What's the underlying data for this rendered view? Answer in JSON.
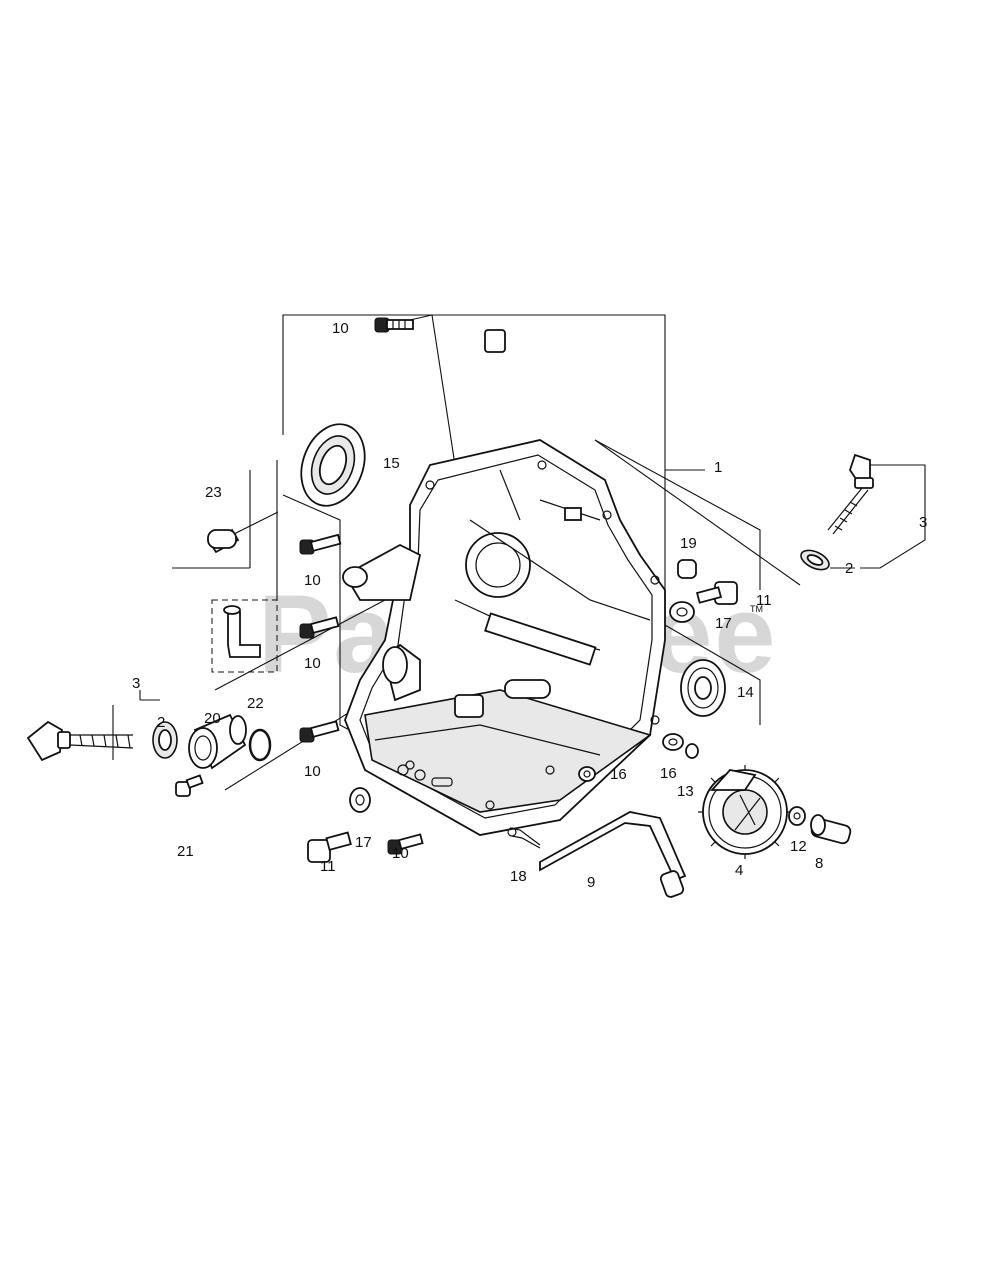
{
  "watermark": {
    "text": "PartsTree",
    "trademark": "TM"
  },
  "callouts": {
    "c1": "1",
    "c2a": "2",
    "c2b": "2",
    "c3a": "3",
    "c3b": "3",
    "c4": "4",
    "c8": "8",
    "c9": "9",
    "c10a": "10",
    "c10b": "10",
    "c10c": "10",
    "c10d": "10",
    "c10e": "10",
    "c11a": "11",
    "c11b": "11",
    "c12": "12",
    "c13": "13",
    "c14": "14",
    "c15": "15",
    "c16a": "16",
    "c16b": "16",
    "c17a": "17",
    "c17b": "17",
    "c18": "18",
    "c19": "19",
    "c20": "20",
    "c21": "21",
    "c22": "22",
    "c23": "23"
  }
}
